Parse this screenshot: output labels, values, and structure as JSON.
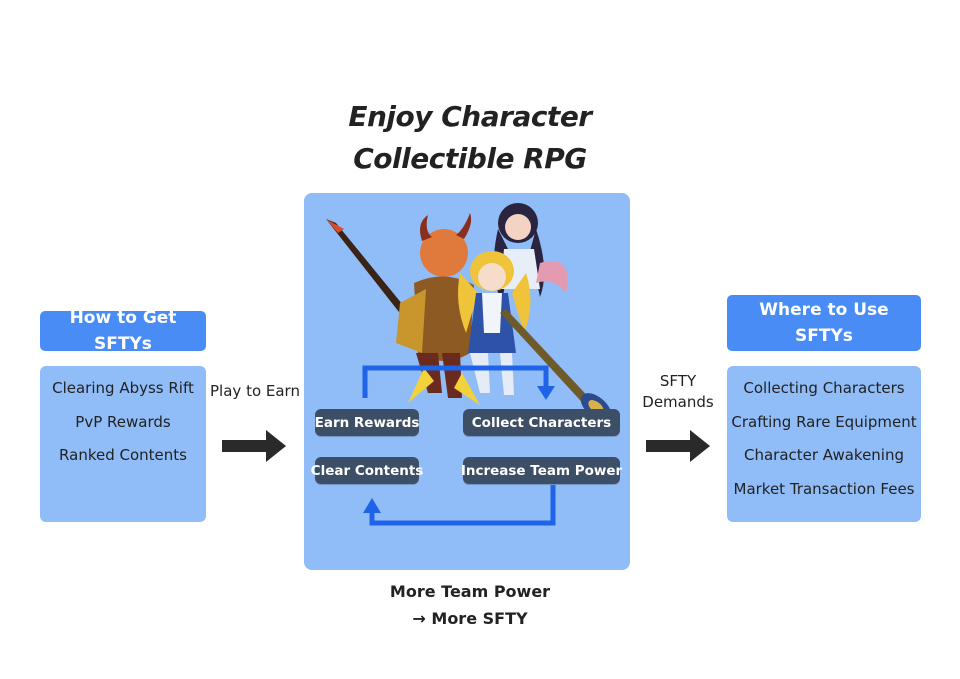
{
  "title": {
    "line1": "Enjoy Character",
    "line2": "Collectible RPG"
  },
  "left": {
    "header": "How to Get SFTYs",
    "items": [
      "Clearing Abyss Rift",
      "PvP Rewards",
      "Ranked Contents"
    ]
  },
  "left_arrow_label": "Play to Earn",
  "center": {
    "earn_rewards": "Earn Rewards",
    "collect_characters": "Collect Characters",
    "clear_contents": "Clear Contents",
    "increase_team_power": "Increase Team Power"
  },
  "right_arrow_label": {
    "line1": "SFTY",
    "line2": "Demands"
  },
  "right": {
    "header_line1": "Where to Use",
    "header_line2": "SFTYs",
    "items": [
      "Collecting Characters",
      "Crafting Rare Equipment",
      "Character Awakening",
      "Market Transaction Fees"
    ]
  },
  "footer": {
    "line1": "More Team Power",
    "line2_arrow": "→",
    "line2_text": "More SFTY"
  },
  "colors": {
    "header_blue": "#4a8cf6",
    "panel_blue": "#90bdf8",
    "pill_dark": "#3d4f66",
    "loop_arrow": "#1e63e8",
    "arrow_dark": "#2a2a2a"
  }
}
